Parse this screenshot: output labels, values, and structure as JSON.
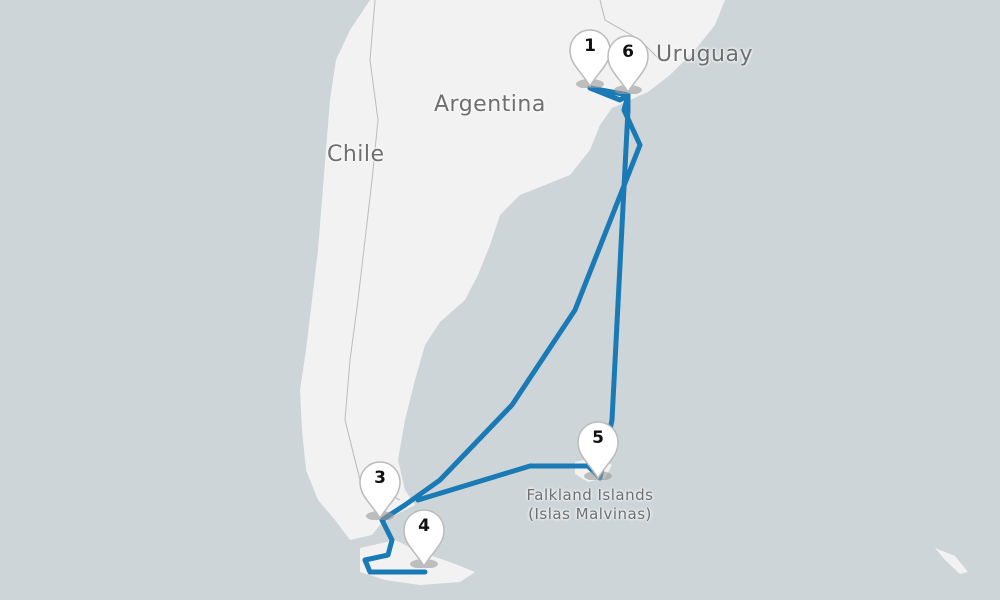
{
  "map": {
    "labels": {
      "argentina": "Argentina",
      "chile": "Chile",
      "uruguay": "Uruguay",
      "falklands": "Falkland Islands (Islas Malvinas)"
    },
    "markers": [
      {
        "label": "1"
      },
      {
        "label": "6"
      },
      {
        "label": "3"
      },
      {
        "label": "4"
      },
      {
        "label": "5"
      }
    ],
    "colors": {
      "route": "#1a7ab5",
      "land": "#f2f2f2",
      "sea": "#cdd5d8"
    }
  }
}
